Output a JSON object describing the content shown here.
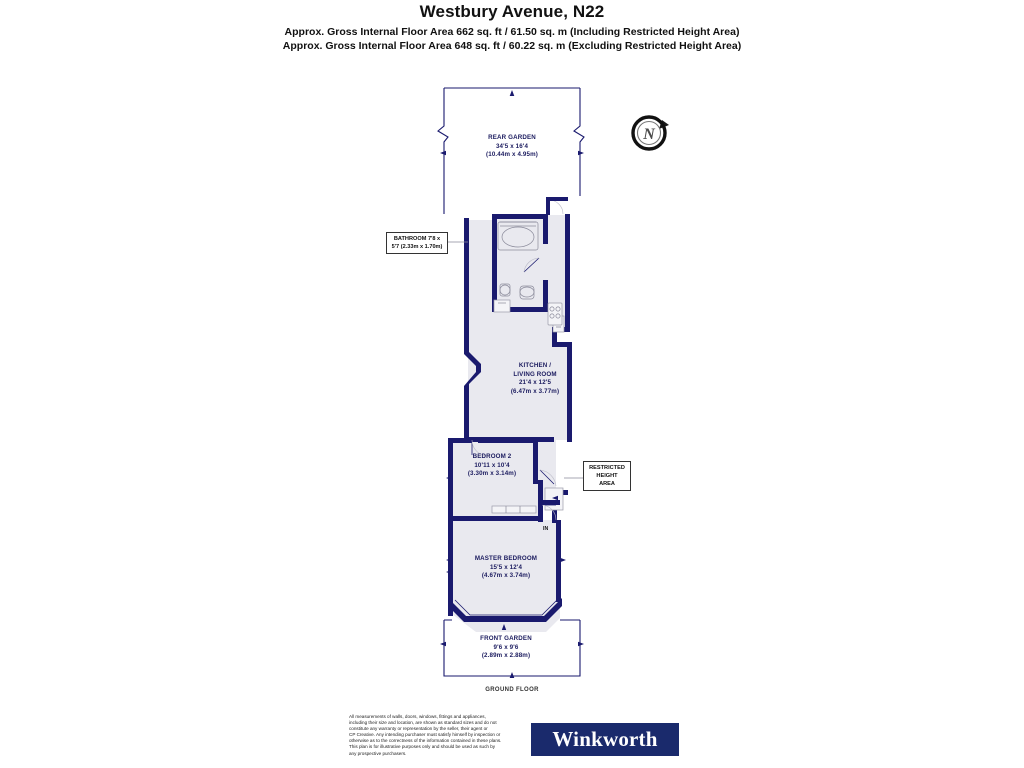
{
  "header": {
    "title": "Westbury Avenue, N22",
    "area_including": "Approx. Gross Internal Floor Area 662 sq. ft / 61.50 sq. m (Including Restricted Height Area)",
    "area_excluding": "Approx. Gross Internal Floor Area 648 sq. ft / 60.22 sq. m (Excluding Restricted Height Area)"
  },
  "compass": {
    "label": "N",
    "icon": "compass-north-icon"
  },
  "floor_label": "GROUND FLOOR",
  "entrance_label": "IN",
  "restricted_box": {
    "line1": "RESTRICTED",
    "line2": "HEIGHT",
    "line3": "AREA"
  },
  "rooms": [
    {
      "key": "rear_garden",
      "name": "REAR GARDEN",
      "imperial": "34'5 x 16'4",
      "metric": "(10.44m x 4.95m)"
    },
    {
      "key": "bathroom",
      "name": "BATHROOM",
      "imperial": "7'8 x 5'7",
      "metric": "(2.33m x 1.70m)"
    },
    {
      "key": "kitchen_living",
      "name": "KITCHEN /",
      "name2": "LIVING ROOM",
      "imperial": "21'4 x 12'5",
      "metric": "(6.47m x 3.77m)"
    },
    {
      "key": "bedroom2",
      "name": "BEDROOM 2",
      "imperial": "10'11 x 10'4",
      "metric": "(3.30m x 3.14m)"
    },
    {
      "key": "master_bedroom",
      "name": "MASTER BEDROOM",
      "imperial": "15'5 x 12'4",
      "metric": "(4.67m x 3.74m)"
    },
    {
      "key": "front_garden",
      "name": "FRONT GARDEN",
      "imperial": "9'6 x 9'6",
      "metric": "(2.89m x 2.88m)"
    }
  ],
  "disclaimer": [
    "All measurements of walls, doors, windows, fittings and appliances,",
    "including their size and location, are shown as standard sizes and do not",
    "constitute any warranty or representation by the seller, their agent or",
    "CP Creative. Any intending purchaser must satisfy himself by inspection or",
    "otherwise as to the correctness of the information contained in these plans.",
    "This plan is for illustrative purposes only and should be used as such by",
    "any prospective purchasers."
  ],
  "brand": {
    "name": "Winkworth"
  },
  "colors": {
    "wall": "#1a1a6e",
    "floor": "#e9e9ef",
    "brand_navy": "#1a2a6c",
    "text": "#1a1a5e"
  }
}
